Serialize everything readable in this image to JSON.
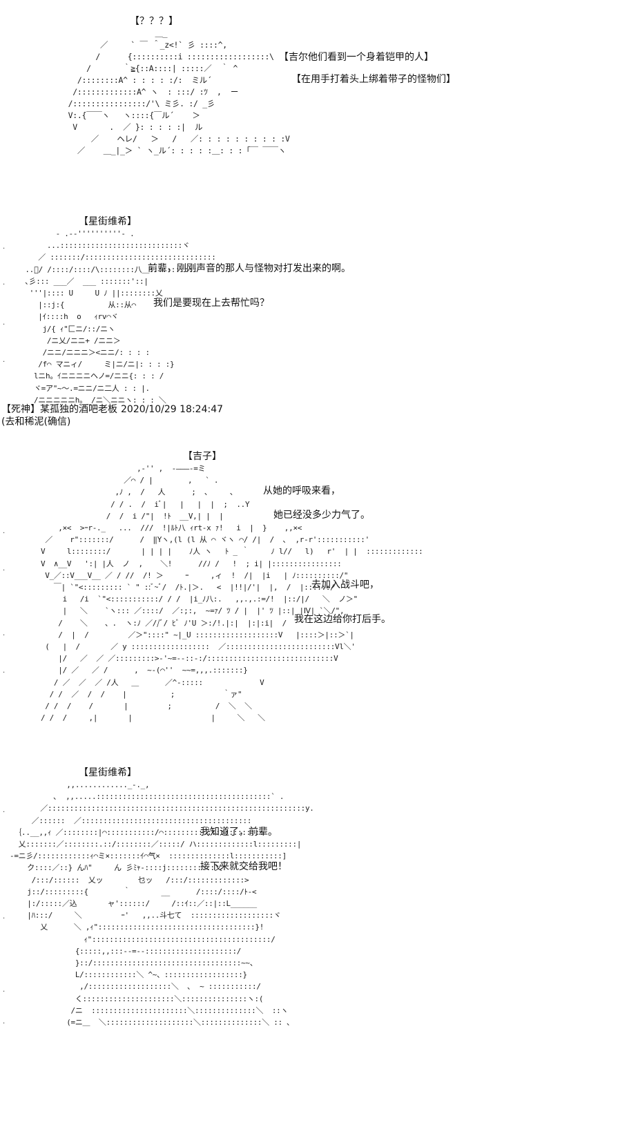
{
  "scene1": {
    "name_tag": "【？？？】",
    "captions": [
      "【吉尔他们看到一个身着铠甲的人】",
      "【在用手打着头上绑着带子的怪物们】"
    ],
    "art": "                    ＿_\n        ／     ` ￣ ＾_z<!` 彡 ::::^,\n       /      {::::::::::i ::::::::::::::::::\\\n     /       ｀≧{::A::::| :::::／  ｀ ^\n   /::::::::A^ : : : : :/:  ミル´ \n  /:::::::::::::A^ ヽ  : :::/ :ﾂ  ,  ー\n /::::::::::::::::/'\\ ミ彡. :/ _彡\n V:.{￣￣ヽ   ヽ::::{￣ル´    ＞\n  V       .  ／ }: : : : :|  ル\n      ／    ヘレ/   ＞   /   ／: : : : : : : : : :V\n   ／    ＿_|_＞ ` ヽ_ル´: : : : :＿: : :「￣ ￣￣ヽ"
  },
  "scene2": {
    "name_tag": "【星街维希】",
    "lines": [
      "前辈，刚刚声音的那人与怪物对打发出来的啊。",
      "我们是要现在上去帮忙吗？"
    ],
    "art": "        - .--''''''''''- .\n      ...::::::::::::::::::::::::::::ヾ\n    ／ :::::::/::::::::::::::::::::::::::::::\n ..ﾞ/ /::::/::::/\\::::::::八＿:::::::::::\n ､彡::: ___／  ___ :::::::'::|\n  '''|:::: U     U ﾉ ||::::::::乂\n    |::j:{          从::从⌒\n    |ｲ::::h  o   ｨrv⌒ヾ\n     j/{ ｨ\"匚ニ/::/ニヽ\n      /ニ乂/ニニ+ /ニニ＞\n     /ニニ/ニニニ＞<ニニ/: : : :\n    /f⌒ マニィ/     ミ|ニ/ニ|: : : :}\n   lニh。ｲニニニニヘノ=/ニニ{: : : /\n   ヾ=ア\"~〜.=ニニ/ニ二人 : : |.\n   /ニニニニニh。_/ニ＼ニニヽ: : : ＼"
  },
  "post": {
    "author": "【死神】某孤独的酒吧老板",
    "timestamp": "2020/10/29 18:24:47",
    "comment": "(去和稀泥(确信)"
  },
  "scene3": {
    "name_tag": "【吉子】",
    "lines": [
      "从她的呼吸来看，",
      "她已经没多少力气了。",
      "去加入战斗吧，",
      "我在这边给你打后手。"
    ],
    "art": "                         ,-'' ,  -―――-=ミ\n                      ／⌒ / |        ,   ` .\n                    ,ﾉ ,  /   人      ;  ､     ､\n                   / / .  /  iﾞ|   |   |  |  ;  ..Y\n                  /  /  i /\"|  !ﾄ  __V,| |  |\n       ,×<  >ｰr-._   ...  ///  !|ﾙﾄ八 ｨrt-x ｧ!   i  |  }    ,,×<\n    ／    r\":::::::/      /  ‖Yヽ,(l (l 从 ⌒ ヾヽ ⌒/ /|  /  ､  ,r‐r':::::::::::'\n   V     l::::::::/       | | | |    ﾉ人 ヽ   ﾄ _ ｀     ﾉ l//   l)   r'  | |  :::::::::::::\n   V  ∧__V   ':| |人  ノ  ,    ＼!      //ﾉ /   !  ; i| |::::::::::::::::\n    V_／::V___V__ ／ / //  /! ＞     ｰ     ,ィ  !  /|  |i   | ﾉ::::::::::/\"\n      ￣| `\"<::::::::: ` \" ::ﾞ~ﾞ/  /ﾄ.|＞.   <  |!!|/'|  |,  /  |::::::/\n        i   /i  `\"<:::::::::::/ / /  |i_ﾉ八:.   ,,.,.:=/!  |::/|/   ＼  ノ＞\"\n        |   ＼    `ヽ::: ／::::/  ／:;:,  ~=ｧ/ ﾂ / |  |' ﾂ |::| |Ⅳ| `＼/\",\n       /    ＼    、.  ヽ:ﾉ ／//ﾞ/ ﾋﾞ ﾉ'U ＞:/!.|:|  |:|:i|  /\n       /  |  /         ／＞\"::::\" ~|_U :::::::::::::::::::V   |::::＞|::＞`|\n    (   |  /       ／ y ::::::::::::::::::  ／:::::::::::::::::::::::::Vl＼'\n       |/   ／  ／ ／:::::::::>-'~=--::-:/:::::::::::::::::::::::::::::V\n       |/ ／   ／ /      ,  ~-(⌒''  ~~=,,,.:::::::}\n      / ／  ／  ／ /人   ＿      ／^-:::::             V\n     / /  ／  /  /    |          ;           ｀ァ\"\n    / /  /    /       |         ;          /  ＼  ＼\n   / /  /     ,|       |                  |     ＼   ＼"
  },
  "scene4": {
    "name_tag": "【星街维希】",
    "lines": [
      "我知道了，前辈。",
      "接下来就交给我吧！"
    ],
    "art": "             ,,............_-._,\n          ､  ,,.....::::::::::::::::::::::::::::::::::::::::` .\n       ／:::::::::::::::::::::::::::::::::::::::::::::::::::::::::::y.\n     ／::::::  ／:::::::::::::::::::::::::::::::::::::::\n ｛..__,,ｨ ／::::::::|⌒:::::::::::/⌒:::::::::::::::::::::::\n  乂:::::::／::::::::.::/::::::::／:::::/ ハ:::::::::::::l:::::::::|\n-=ニ彡/::::::::::::ｨ⌒ミ×:::::::ｲ⌒气×  ::::::::::::::l:::::::::::]\n    ク::::／::} んﾊ\"     ん 彡ﾐｬ-::::j:::::::::::乂\n     /:::/::::::  乂ッ        乜ッ   /:::/:::::::::::::>\n    j::/:::::::::{        ｀       __      /::::/::::/ﾄ‐<\n    |:/:::::／込       ャ'::::::/     /::ｲ::／::|::L______\n    |ﾊ:::/     ＼         ｰ'   ,,..斗七て  :::::::::::::::::::ヾ\n       乂      ＼ ,ｨ\"::::::::::::::::::::::::::::::::::::}!\n                 ｨ\":::::::::::::::::::::::::::::::::::::::::/\n               {:::::,,:::--=--:::::::::::::::::::::/\n               }::/::::::::::::::::::::::::::::::::::~~、\n               L/::::::::::::＼ ^~、::::::::::::::::::}\n                ,/:::::::::::::::::::＼  ､  ~ :::::::::::/\n               く:::::::::::::::::::::＼:::::::::::::::ヽ:(\n              /ニ  ::::::::::::::::::::::＼::::::::::::::＼  ::ヽ\n             (=ニ＿  ＼::::::::::::::::::::＼::::::::::::::＼ :: ､"
  }
}
